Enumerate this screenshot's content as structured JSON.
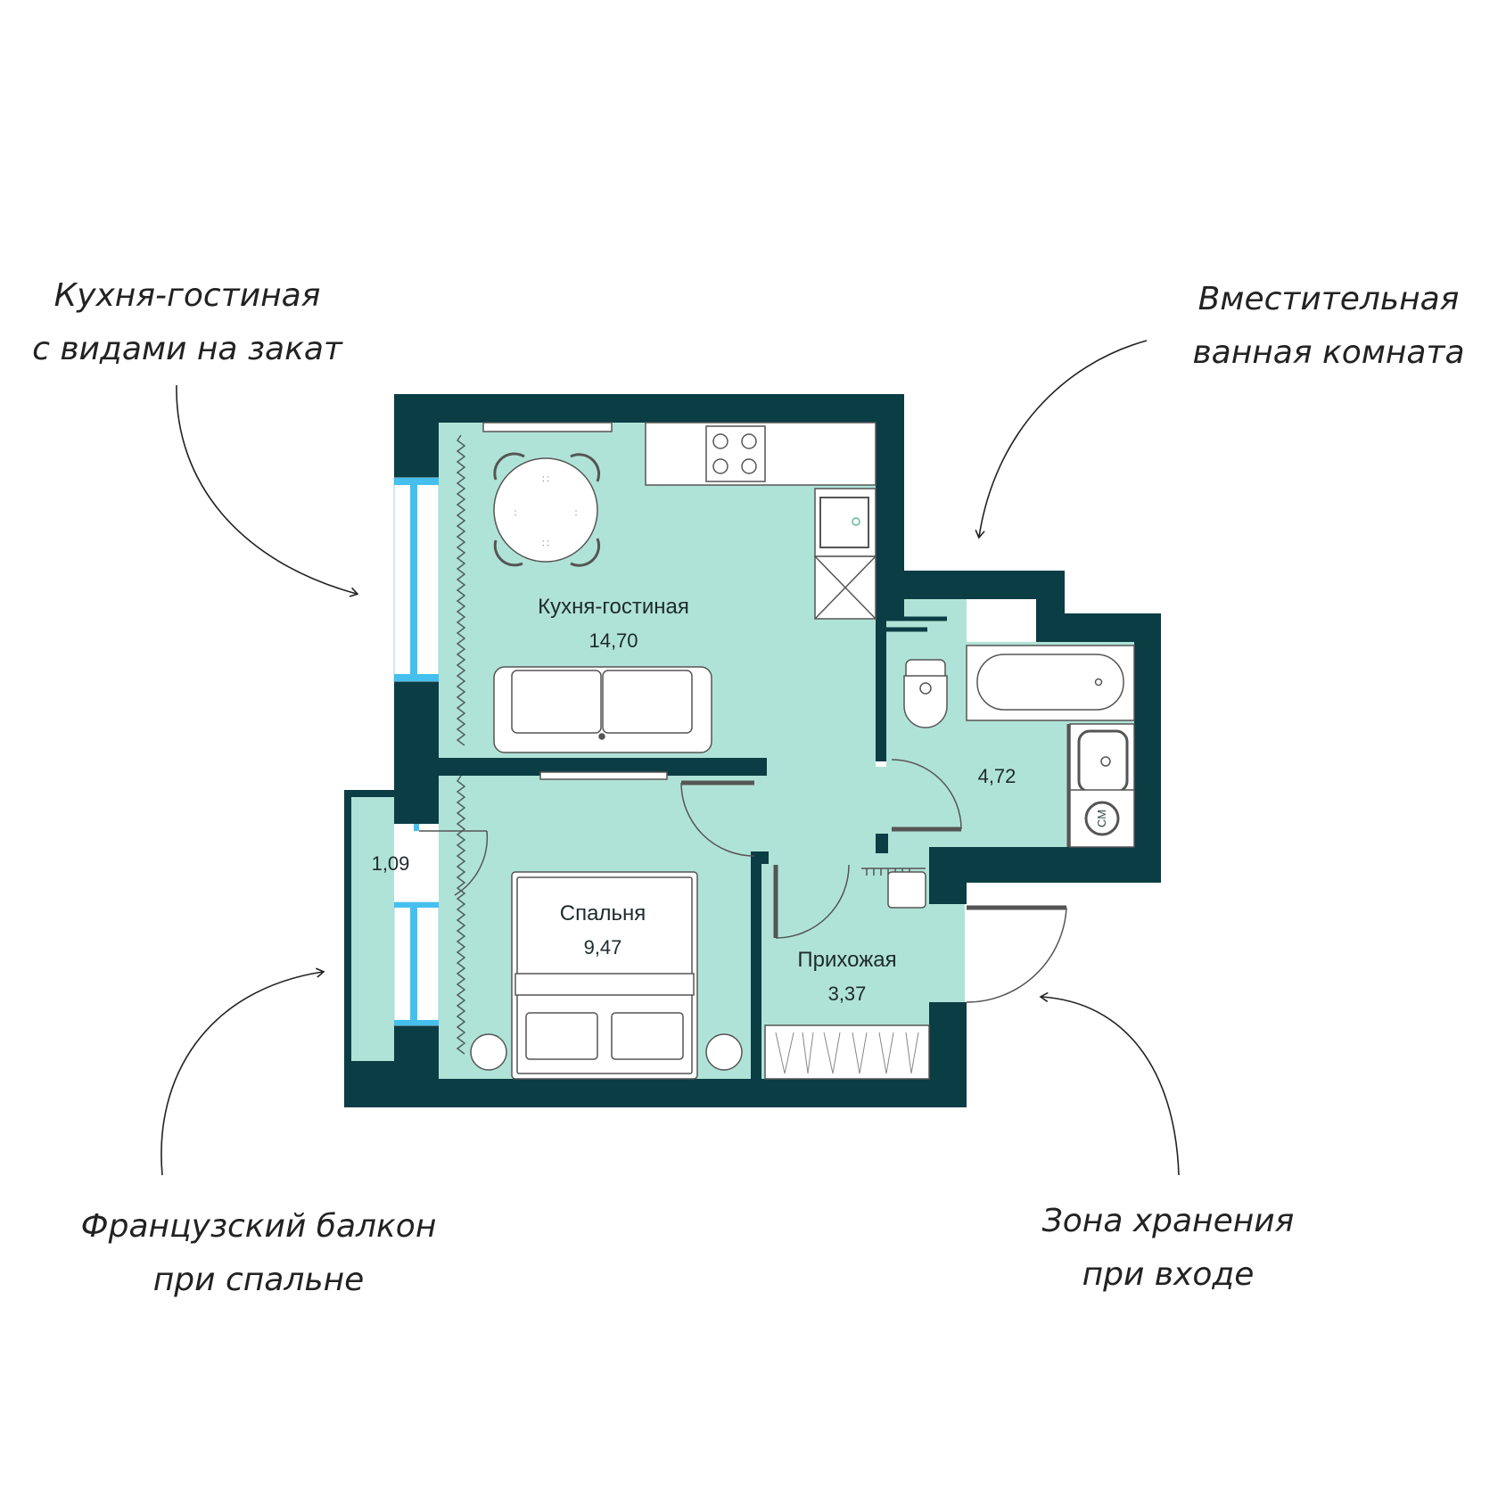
{
  "colors": {
    "wall": "#0b3d44",
    "floor": "#b0e3d7",
    "window": "#45c0ee",
    "fixture_fill": "#ffffff",
    "fixture_stroke": "#555555",
    "text": "#222222"
  },
  "annotations": {
    "kitchen_note": {
      "line1": "Кухня-гостиная",
      "line2": "с видами на закат"
    },
    "bathroom_note": {
      "line1": "Вместительная",
      "line2": "ванная комната"
    },
    "balcony_note": {
      "line1": "Французский балкон",
      "line2": "при спальне"
    },
    "storage_note": {
      "line1": "Зона хранения",
      "line2": "при входе"
    }
  },
  "rooms": {
    "kitchen": {
      "label": "Кухня-гостиная",
      "area": "14,70"
    },
    "bedroom": {
      "label": "Спальня",
      "area": "9,47"
    },
    "hallway": {
      "label": "Прихожая",
      "area": "3,37"
    },
    "bathroom": {
      "area": "4,72"
    },
    "balcony": {
      "area": "1,09"
    }
  },
  "fixtures": {
    "washing_machine_label": "СМ"
  },
  "icons": [
    "dining-table-icon",
    "stove-icon",
    "sink-icon",
    "sofa-icon",
    "bed-icon",
    "toilet-icon",
    "bathtub-icon",
    "washbasin-icon",
    "washing-machine-icon",
    "wardrobe-icon",
    "arrow-icon"
  ]
}
